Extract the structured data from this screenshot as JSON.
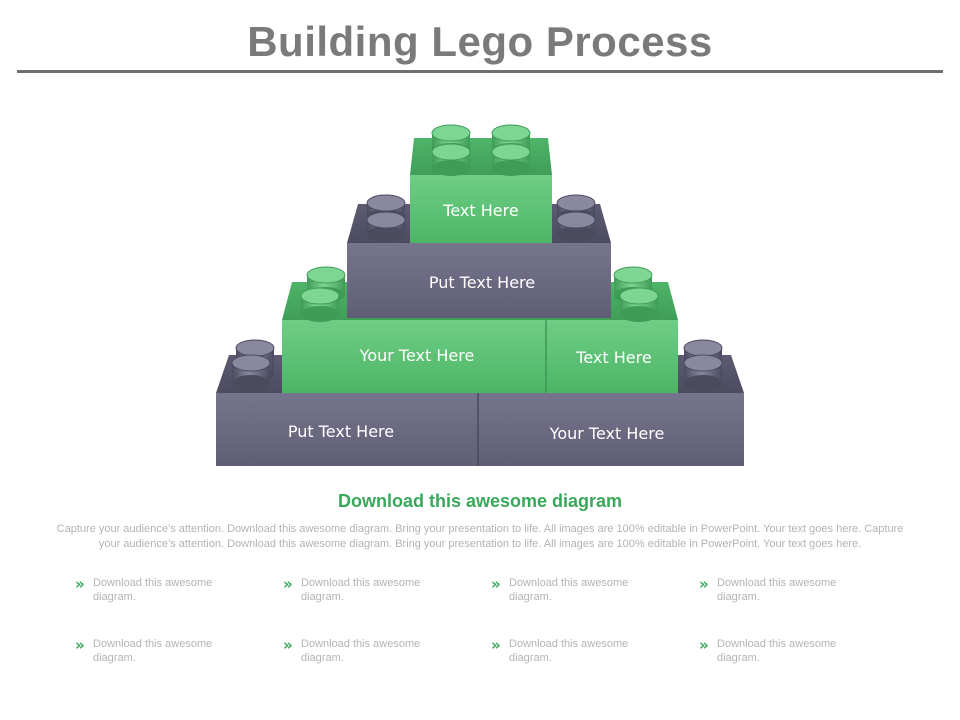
{
  "header": {
    "title": "Building Lego Process"
  },
  "bricks": {
    "top": "Text Here",
    "middle_gray": "Put Text Here",
    "green_left": "Your Text Here",
    "green_right": "Text Here",
    "bottom_left": "Put Text Here",
    "bottom_right": "Your Text Here"
  },
  "section": {
    "title": "Download this awesome diagram",
    "body": "Capture your audience’s attention. Download this  awesome diagram. Bring your presentation to life. All images are 100% editable in PowerPoint. Your text  goes here. Capture your audience’s attention. Download this  awesome diagram. Bring your presentation to life. All images are 100% editable in PowerPoint. Your text goes here."
  },
  "bullets": [
    "Download this awesome diagram.",
    "Download this awesome diagram.",
    "Download this awesome diagram.",
    "Download this awesome diagram.",
    "Download this awesome diagram.",
    "Download this awesome diagram.",
    "Download this awesome diagram.",
    "Download this awesome diagram."
  ],
  "bullet_icon": "»",
  "colors": {
    "green": "#5bc275",
    "green_dark": "#46a860",
    "gray": "#6c6a82",
    "gray_dark": "#56546b",
    "accent": "#3aa85a",
    "title": "#7a7a7a"
  }
}
